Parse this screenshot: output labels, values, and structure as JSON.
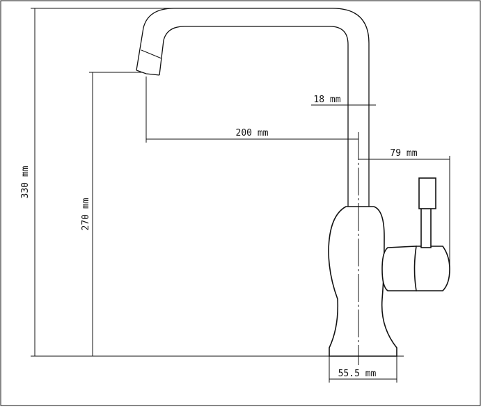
{
  "drawing": {
    "dimensions": {
      "total_height": "330 mm",
      "spout_height": "270 mm",
      "spout_reach": "200 mm",
      "pipe_diameter": "18 mm",
      "handle_reach": "79 mm",
      "base_diameter": "55.5 mm"
    }
  }
}
